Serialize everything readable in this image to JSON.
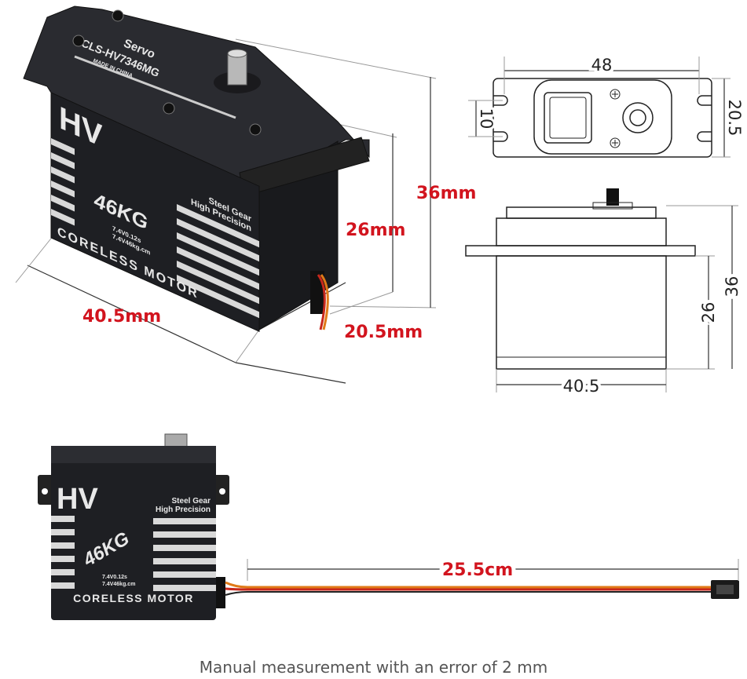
{
  "servo_labels": {
    "brand": "Servo",
    "model": "CLS-HV7346MG",
    "origin": "MADE IN CHINA",
    "hv": "HV",
    "gear_line1": "Steel Gear",
    "gear_line2": "High Precision",
    "torque_logo": "46KG",
    "spec_speed": "7.4V0.12s",
    "spec_torque": "7.4V46kg.cm",
    "motor": "CORELESS MOTOR"
  },
  "isometric_dims": {
    "height": "36mm",
    "body_height": "26mm",
    "length": "40.5mm",
    "width": "20.5mm"
  },
  "top_view_dims": {
    "overall_length": "48",
    "hole_spacing": "10",
    "width": "20.5"
  },
  "side_view_dims": {
    "body_height": "26",
    "height": "36",
    "length": "40.5"
  },
  "cable": {
    "length": "25.5cm"
  },
  "caption": "Manual measurement with an error of 2 mm",
  "colors": {
    "dimension_label": "#d2141e",
    "servo_body": "#1e1f23",
    "wire_red": "#c8281c",
    "wire_orange": "#e07a18"
  }
}
